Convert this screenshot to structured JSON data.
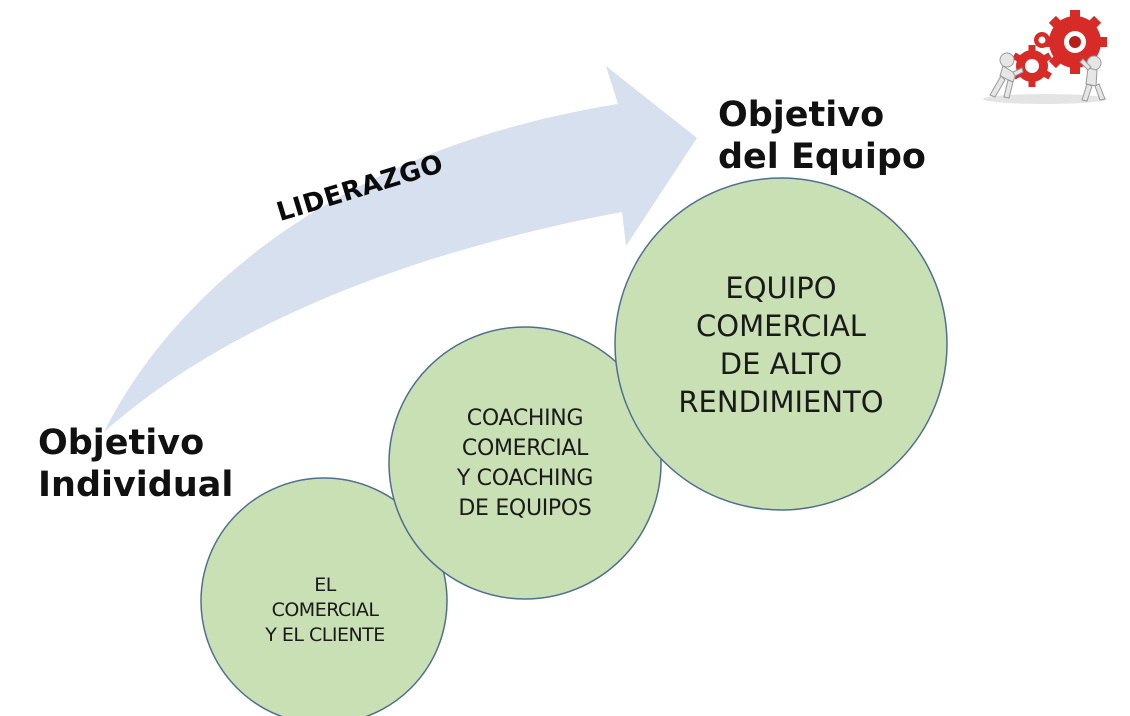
{
  "arrow": {
    "label": "LIDERAZGO",
    "color": "#d6e0ee"
  },
  "start_label": {
    "line1": "Objetivo",
    "line2": "Individual"
  },
  "end_label": {
    "line1": "Objetivo",
    "line2": "del Equipo"
  },
  "circles": [
    {
      "lines": [
        "EL",
        "COMERCIAL",
        "Y EL CLIENTE"
      ]
    },
    {
      "lines": [
        "COACHING",
        "COMERCIAL",
        "Y COACHING",
        "DE EQUIPOS"
      ]
    },
    {
      "lines": [
        "EQUIPO",
        "COMERCIAL",
        "DE ALTO",
        "RENDIMIENTO"
      ]
    }
  ],
  "colors": {
    "circle_fill": "#c9e0b4",
    "circle_stroke": "#4f6f8f",
    "gear_red": "#d62b27"
  },
  "icons": {
    "corner_graphic": "figures-pushing-gears-icon"
  }
}
